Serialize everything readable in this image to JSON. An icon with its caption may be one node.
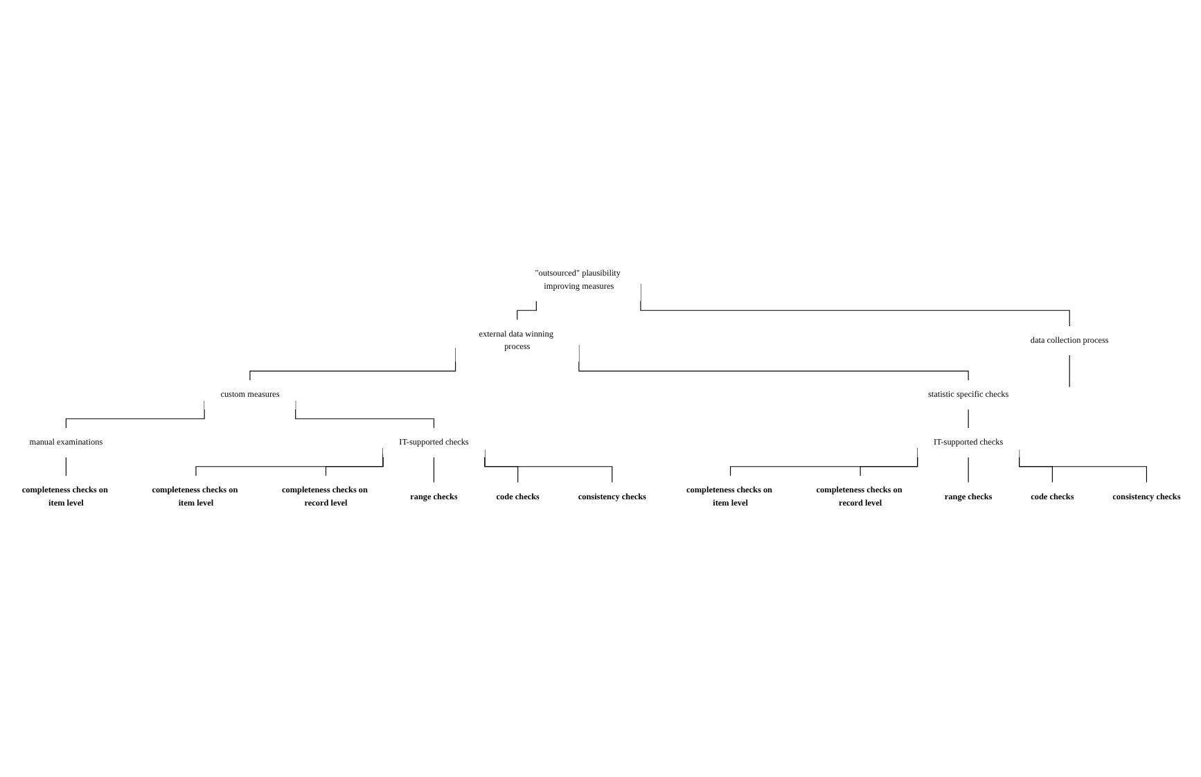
{
  "diagram": {
    "nodes": [
      {
        "text": [
          "\"outsourced\" plausibility improving measures"
        ]
      },
      {
        "text": [
          "data collection process"
        ]
      },
      {
        "text": [
          "external data winning process"
        ]
      },
      {
        "text": [
          "custom measures"
        ]
      },
      {
        "text": [
          "statistic specific checks"
        ]
      },
      {
        "text": [
          "manual examinations"
        ]
      },
      {
        "text": [
          "IT-supported checks"
        ]
      },
      {
        "text": [
          "IT-supported checks"
        ]
      },
      {
        "text": [
          "completeness checks on item level"
        ]
      },
      {
        "text": [
          "completeness checks on item level"
        ]
      },
      {
        "text": [
          "completeness checks on record level"
        ]
      },
      {
        "text": [
          "range checks"
        ]
      },
      {
        "text": [
          "code checks"
        ]
      },
      {
        "text": [
          "consistency checks"
        ]
      },
      {
        "text": [
          "completeness checks on item level"
        ]
      },
      {
        "text": [
          "completeness checks on record level"
        ]
      },
      {
        "text": [
          "range checks"
        ]
      },
      {
        "text": [
          "code checks"
        ]
      },
      {
        "text": [
          "consistency checks"
        ]
      }
    ],
    "edges": [
      {
        "from": 0,
        "to": 1,
        "arrow": "none"
      },
      {
        "from": 0,
        "to": 2,
        "arrow": "none"
      },
      {
        "from": 1,
        "to": null,
        "arrow": "none"
      },
      {
        "from": 2,
        "to": 3,
        "arrow": "none"
      },
      {
        "from": 2,
        "to": 4,
        "arrow": "none"
      },
      {
        "from": 3,
        "to": 5,
        "arrow": "none"
      },
      {
        "from": 3,
        "to": 6,
        "arrow": "none"
      },
      {
        "from": 4,
        "to": 7,
        "arrow": "none"
      },
      {
        "from": 5,
        "to": 8,
        "arrow": "none"
      },
      {
        "from": 6,
        "to": 9,
        "arrow": "none"
      },
      {
        "from": 6,
        "to": 10,
        "arrow": "none"
      },
      {
        "from": 6,
        "to": 11,
        "arrow": "none"
      },
      {
        "from": 6,
        "to": 12,
        "arrow": "none"
      },
      {
        "from": 6,
        "to": 13,
        "arrow": "none"
      },
      {
        "from": 7,
        "to": 14,
        "arrow": "none"
      },
      {
        "from": 7,
        "to": 15,
        "arrow": "none"
      },
      {
        "from": 7,
        "to": 16,
        "arrow": "none"
      },
      {
        "from": 7,
        "to": 17,
        "arrow": "none"
      },
      {
        "from": 7,
        "to": 18,
        "arrow": "none"
      }
    ]
  }
}
